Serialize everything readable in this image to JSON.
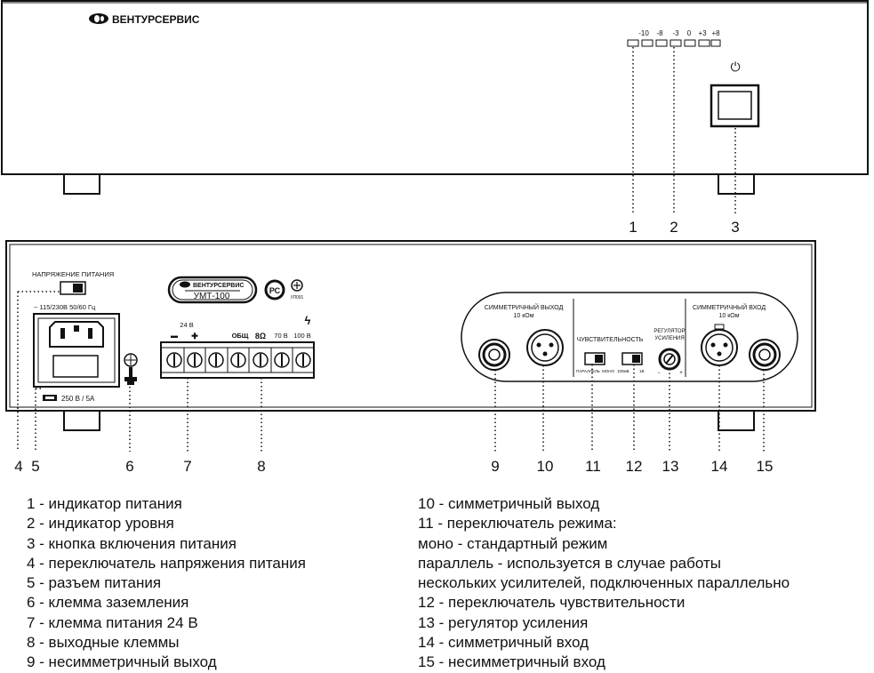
{
  "front_panel": {
    "brand": "ВЕНТУРСЕРВИС",
    "level_marks": [
      "-10",
      "-8",
      "-3",
      "0",
      "+3",
      "+8"
    ],
    "power_symbol": "⏻"
  },
  "rear_panel": {
    "voltage_switch_title": "НАПРЯЖЕНИЕ ПИТАНИЯ",
    "mains_rating": "~ 115/230В 50/60 Гц",
    "fuse_rating": "250 В / 5А",
    "logo_brand": "ВЕНТУРСЕРВИС",
    "model": "УМТ-100",
    "cert_mark_1": "РС",
    "cert_mark_2": "УЛ091",
    "terminal_24v": "24 В",
    "terminal_minus": "▬",
    "terminal_plus": "✚",
    "terminal_common": "ОБЩ",
    "terminal_8ohm": "8Ω",
    "terminal_70v": "70 В",
    "terminal_100v": "100 В",
    "warning_symbol": "ϟ",
    "balanced_output_label": "СИММЕТРИЧНЫЙ ВЫХОД",
    "balanced_output_impedance": "10 кОм",
    "sensitivity_label": "ЧУВСТВИТЕЛЬНОСТЬ",
    "mode_switch_left": "ПАРАЛЛЕЛЬ",
    "mode_switch_right": "МОНО",
    "sens_switch_left": "100мВ",
    "sens_switch_right": "1В",
    "gain_label_1": "РЕГУЛЯТОР",
    "gain_label_2": "УСИЛЕНИЯ",
    "balanced_input_label": "СИММЕТРИЧНЫЙ ВХОД",
    "balanced_input_impedance": "10 кОм"
  },
  "callout_numbers": [
    "1",
    "2",
    "3",
    "4",
    "5",
    "6",
    "7",
    "8",
    "9",
    "10",
    "11",
    "12",
    "13",
    "14",
    "15"
  ],
  "legend_left": [
    "1 - индикатор питания",
    "2 - индикатор уровня",
    "3 - кнопка включения питания",
    "4 - переключатель напряжения питания",
    "5 - разъем питания",
    "6 - клемма заземления",
    "7 - клемма питания 24 В",
    "8 - выходные клеммы",
    "9 - несимметричный выход"
  ],
  "legend_right": [
    "10 - симметричный выход",
    "11 - переключатель режима:",
    "моно - стандартный режим",
    "параллель - используется в случае работы",
    "нескольких усилителей, подключенных параллельно",
    "12 - переключатель чувствительности",
    "13 - регулятор усиления",
    "14 - симметричный вход",
    "15 - несимметричный вход"
  ]
}
